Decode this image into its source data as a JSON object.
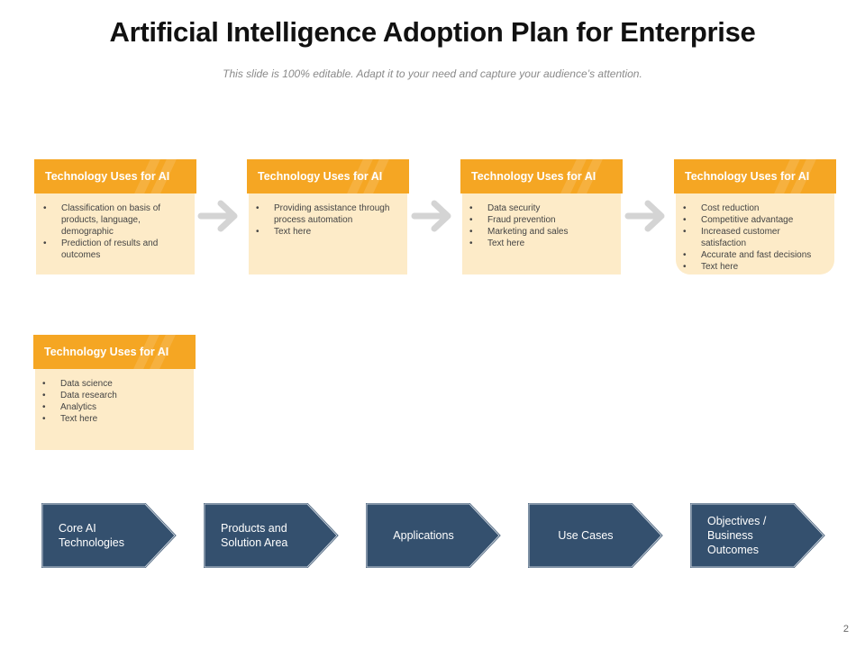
{
  "title": "Artificial Intelligence Adoption Plan for Enterprise",
  "subtitle": "This slide is 100% editable. Adapt it to your need and capture your audience’s attention.",
  "colors": {
    "header": "#f5a623",
    "card_body": "#fdebc8",
    "chevron": "#34506e",
    "arrow": "#d4d4d4"
  },
  "cards": [
    {
      "header": "Technology Uses  for AI",
      "items": [
        "Classification on basis of products, language, demographic",
        "Prediction of results and outcomes"
      ]
    },
    {
      "header": "Technology Uses  for AI",
      "items": [
        "Providing assistance through process automation",
        "Text here"
      ]
    },
    {
      "header": "Technology Uses  for AI",
      "items": [
        "Data security",
        "Fraud prevention",
        "Marketing and sales",
        "Text here"
      ]
    },
    {
      "header": "Technology Uses  for AI",
      "items": [
        "Cost reduction",
        "Competitive advantage",
        "Increased customer satisfaction",
        "Accurate and fast decisions",
        "Text here"
      ]
    },
    {
      "header": "Technology Uses  for AI",
      "items": [
        "Data science",
        "Data research",
        "Analytics",
        "Text here"
      ]
    }
  ],
  "arrow_icons": [
    "arrow-right-icon",
    "arrow-right-icon",
    "arrow-right-icon"
  ],
  "process": [
    {
      "label": "Core AI Technologies"
    },
    {
      "label": "Products and Solution Area"
    },
    {
      "label": "Applications"
    },
    {
      "label": "Use Cases"
    },
    {
      "label": "Objectives / Business Outcomes"
    }
  ],
  "page_number": "2"
}
